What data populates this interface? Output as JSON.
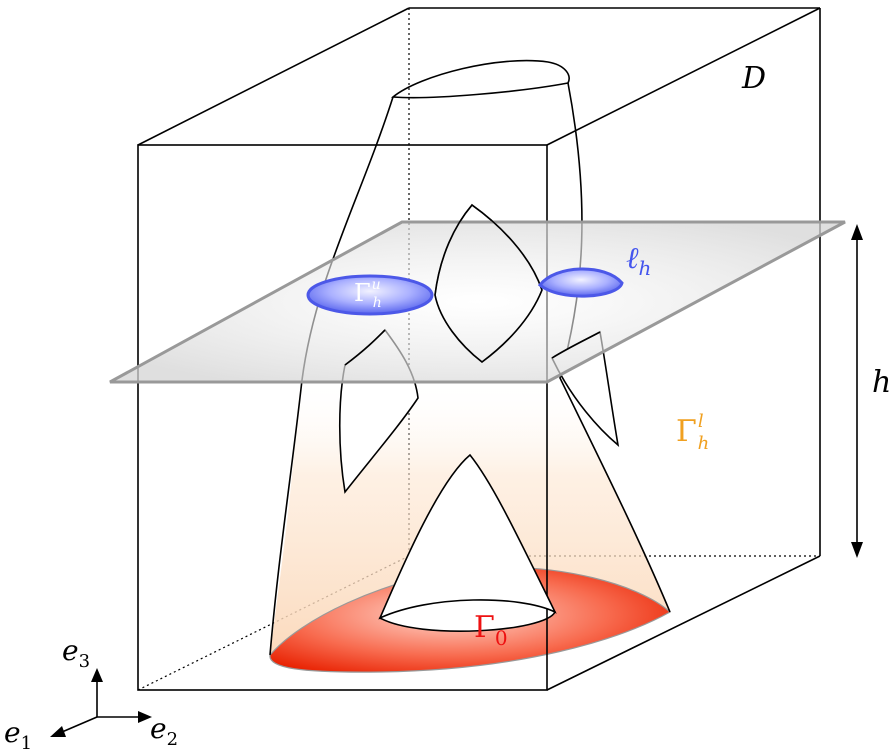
{
  "labels": {
    "domain": "D",
    "height": "h",
    "level_curve": "ℓ",
    "level_curve_sub": "h",
    "gamma_upper_base": "Γ",
    "gamma_upper_sup": "u",
    "gamma_upper_sub": "h",
    "gamma_lower_base": "Γ",
    "gamma_lower_sup": "l",
    "gamma_lower_sub": "h",
    "gamma_zero_base": "Γ",
    "gamma_zero_sub": "0",
    "axis1_base": "e",
    "axis1_sub": "1",
    "axis2_base": "e",
    "axis2_sub": "2",
    "axis3_base": "e",
    "axis3_sub": "3"
  },
  "colors": {
    "plane_fill": "#dcdcdc",
    "plane_stroke": "#999999",
    "upper_disc": "#5566ee",
    "lower_region": "#f5c08a",
    "base_red": "#ee2200",
    "gamma_zero_text": "#ee1111",
    "lh_text": "#4455ee",
    "gamma_l_text": "#f0a020"
  }
}
